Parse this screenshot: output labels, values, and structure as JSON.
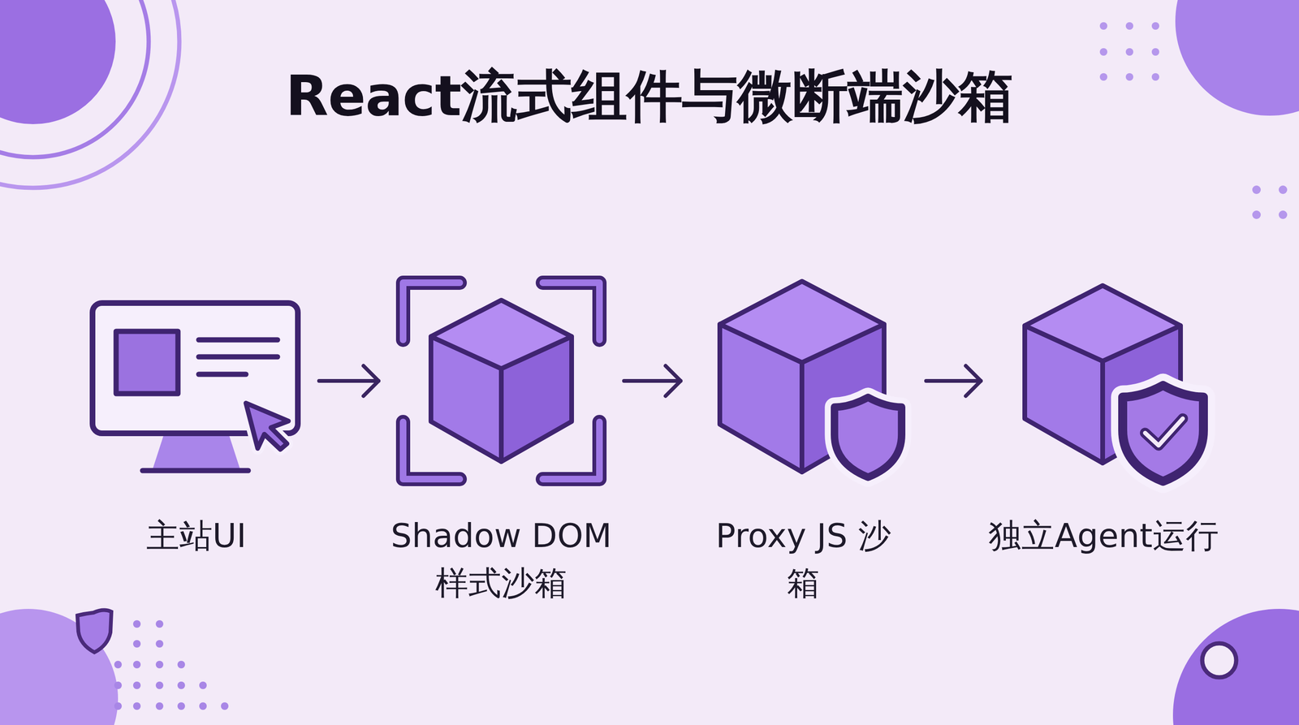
{
  "diagram": {
    "title": "React流式组件与微断端沙箱",
    "nodes": [
      {
        "text": [
          "主站UI"
        ]
      },
      {
        "text": [
          "Shadow DOM 样式沙箱"
        ]
      },
      {
        "text": [
          "Proxy JS 沙箱"
        ]
      },
      {
        "text": [
          "独立Agent运行"
        ]
      }
    ],
    "edges": [
      {
        "from": 0,
        "to": 1,
        "arrow": "to"
      },
      {
        "from": 1,
        "to": 2,
        "arrow": "to"
      },
      {
        "from": 2,
        "to": 3,
        "arrow": "to"
      }
    ]
  }
}
